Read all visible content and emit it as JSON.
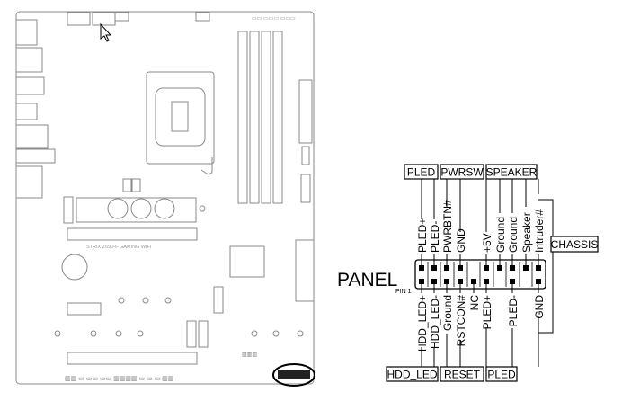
{
  "board": {
    "model_silkscreen": "STRIX Z690-F GAMING WIFI",
    "highlight": "front-panel-header"
  },
  "panel": {
    "title": "PANEL",
    "pin1_label": "PIN 1",
    "top_pins": [
      "PLED+",
      "PLED-",
      "PWRBTN#",
      "GND",
      "",
      "+5V",
      "Ground",
      "Ground",
      "Speaker",
      "Intruder#"
    ],
    "bottom_pins": [
      "HDD_LED+",
      "HDD_LED-",
      "Ground",
      "RSTCON#",
      "NC",
      "PLED+",
      "",
      "PLED-",
      "",
      "GND"
    ],
    "top_groups": [
      "PLED",
      "PWRSW",
      "SPEAKER"
    ],
    "bottom_groups": [
      "HDD_LED",
      "RESET",
      "PLED"
    ],
    "chassis_label": "CHASSIS"
  }
}
